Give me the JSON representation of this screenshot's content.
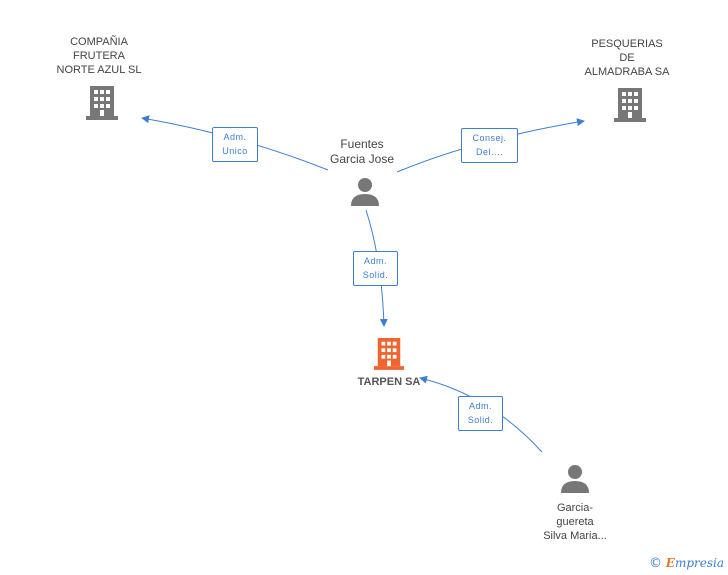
{
  "nodes": {
    "compania_frutera": {
      "lines": [
        "COMPAÑIA",
        "FRUTERA",
        "NORTE AZUL SL"
      ]
    },
    "pesquerias": {
      "lines": [
        "PESQUERIAS",
        "DE",
        "ALMADRABA SA"
      ]
    },
    "fuentes": {
      "lines": [
        "Fuentes",
        "Garcia Jose"
      ]
    },
    "tarpen": {
      "lines": [
        "TARPEN SA"
      ]
    },
    "garcia_guereta": {
      "lines": [
        "Garcia-",
        "guereta",
        "Silva Maria..."
      ]
    }
  },
  "edges": {
    "e1": {
      "lines": [
        "Adm.",
        "Unico"
      ]
    },
    "e2": {
      "lines": [
        "Consej.",
        "Del...."
      ]
    },
    "e3": {
      "lines": [
        "Adm.",
        "Solid."
      ]
    },
    "e4": {
      "lines": [
        "Adm.",
        "Solid."
      ]
    }
  },
  "colors": {
    "edge": "#3c7fd0",
    "company_icon": "#777777",
    "focus_company_icon": "#f06430",
    "person_icon": "#777777"
  },
  "watermark": {
    "symbol": "©",
    "brand_e": "E",
    "brand_rest": "mpresia"
  }
}
